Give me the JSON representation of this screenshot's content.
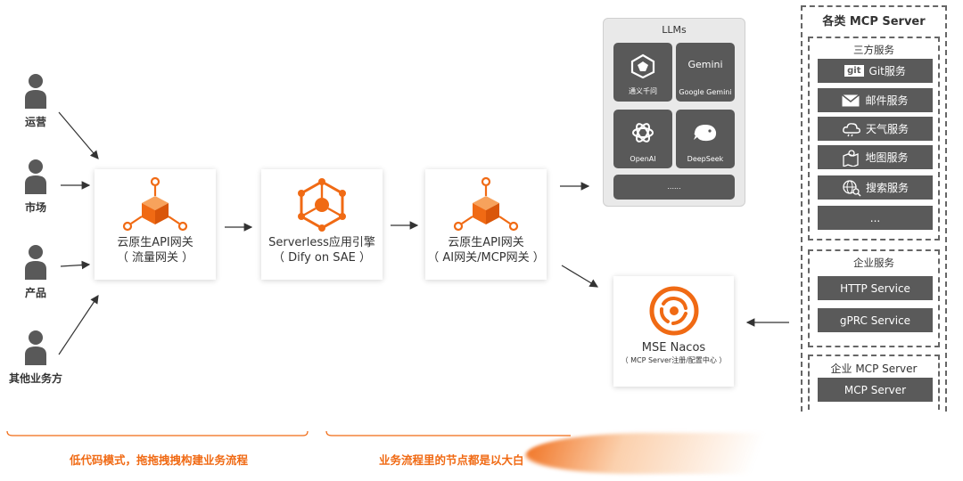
{
  "roles": [
    "运营",
    "市场",
    "产品",
    "其他业务方"
  ],
  "gateway1": {
    "line1": "云原生API网关",
    "line2": "（ 流量网关 ）"
  },
  "serverless": {
    "line1": "Serverless应用引擎",
    "line2": "（ Dify on SAE ）"
  },
  "gateway2": {
    "line1": "云原生API网关",
    "line2": "（ AI网关/MCP网关 ）"
  },
  "llms": {
    "title": "LLMs",
    "tiles": [
      {
        "name": "通义千问",
        "logo": ""
      },
      {
        "name": "Google Gemini",
        "logo": "Gemini"
      },
      {
        "name": "OpenAI",
        "logo": ""
      },
      {
        "name": "DeepSeek",
        "logo": ""
      }
    ],
    "more": "......"
  },
  "nacos": {
    "title": "MSE Nacos",
    "subtitle": "（ MCP Server注册/配置中心 ）"
  },
  "mcp": {
    "title": "各类 MCP Server",
    "third_party": {
      "title": "三方服务",
      "items": [
        {
          "icon": "git-icon",
          "label": "Git服务"
        },
        {
          "icon": "mail-icon",
          "label": "邮件服务"
        },
        {
          "icon": "weather-icon",
          "label": "天气服务"
        },
        {
          "icon": "map-icon",
          "label": "地图服务"
        },
        {
          "icon": "search-globe-icon",
          "label": "搜索服务"
        }
      ],
      "more": "..."
    },
    "enterprise": {
      "title": "企业服务",
      "items": [
        "HTTP Service",
        "gPRC Service"
      ]
    },
    "enterprise_mcp": {
      "title": "企业 MCP Server",
      "items": [
        "MCP Server"
      ]
    }
  },
  "bottom": {
    "left": "低代码模式，拖拖拽拽构建业务流程",
    "right": "业务流程里的节点都是以大白"
  },
  "colors": {
    "accent": "#f06a14",
    "tile": "#595959",
    "bar": "#5a5a5a"
  }
}
